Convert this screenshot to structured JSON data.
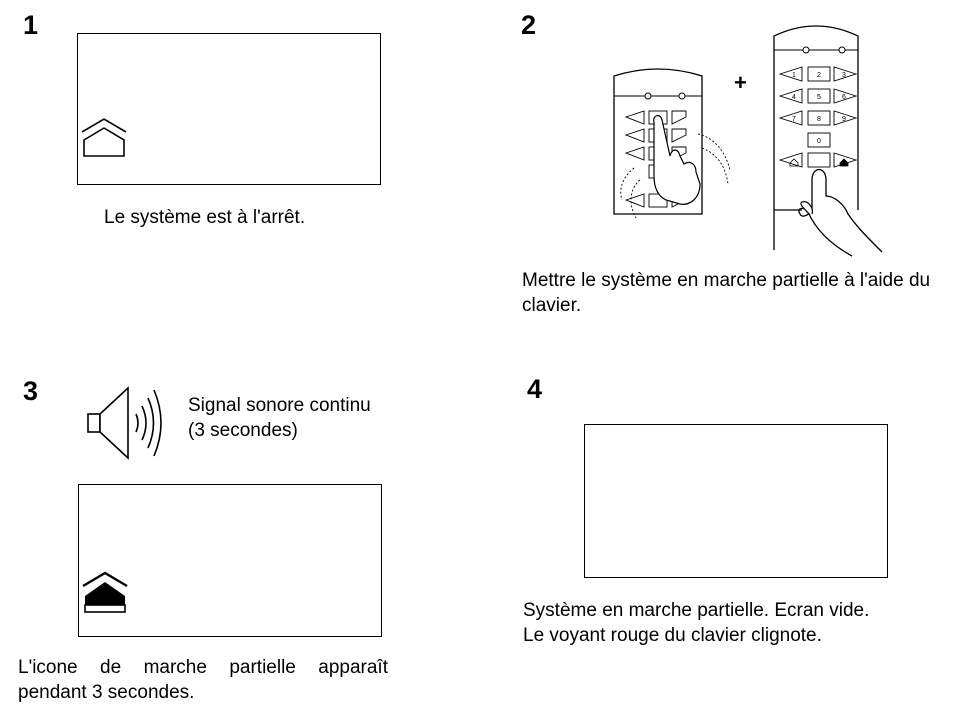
{
  "steps": [
    {
      "number": "1",
      "caption": "Le système est à l'arrêt."
    },
    {
      "number": "2",
      "plus": "+",
      "caption": "Mettre le système en marche partielle à l'aide du clavier."
    },
    {
      "number": "3",
      "sound_label_line1": "Signal sonore continu",
      "sound_label_line2": "(3 secondes)",
      "caption_line1": "L'icone de marche partielle apparaît",
      "caption_line2": "pendant 3 secondes."
    },
    {
      "number": "4",
      "caption_line1": "Système en marche partielle. Ecran vide.",
      "caption_line2": "Le voyant rouge du clavier clignote."
    }
  ],
  "keypad_keys": [
    "1",
    "2",
    "3",
    "4",
    "5",
    "6",
    "7",
    "8",
    "9",
    "0"
  ],
  "icons": {
    "step1_screen": "house-outline-icon",
    "step2_left": "keypad-two-fingers-icon",
    "step2_right": "keypad-finger-press-icon",
    "step3_sound": "speaker-icon",
    "step3_screen": "partial-arm-icon"
  }
}
